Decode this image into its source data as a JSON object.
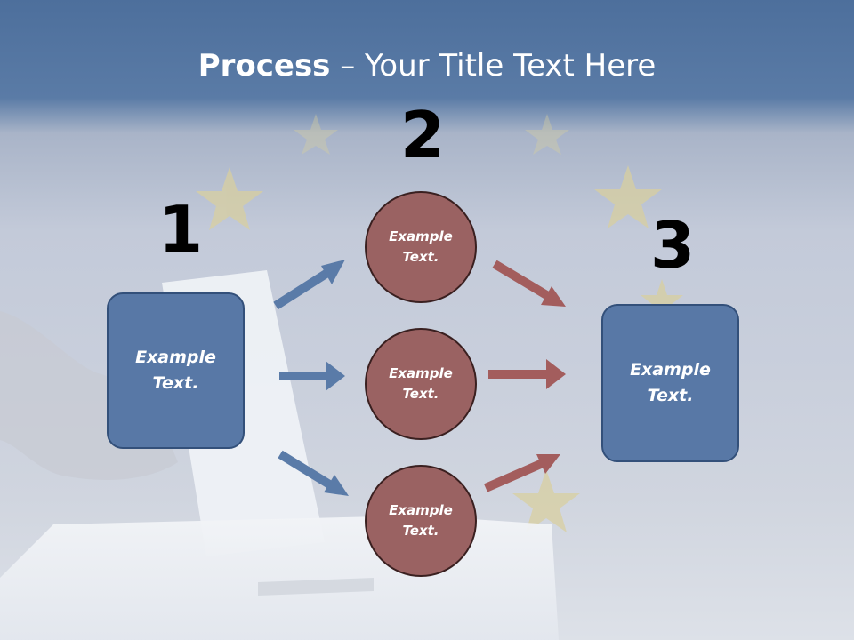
{
  "slide": {
    "title_bold": "Process",
    "title_rest": " – Your Title Text Here"
  },
  "steps": {
    "step1_number": "1",
    "step2_number": "2",
    "step3_number": "3"
  },
  "boxes": {
    "left_text": "Example\nText.",
    "right_text": "Example\nText."
  },
  "circles": [
    {
      "text": "Example\nText."
    },
    {
      "text": "Example\nText."
    },
    {
      "text": "Example\nText."
    }
  ],
  "colors": {
    "box_fill": "#5878a6",
    "circle_fill": "#9a6262",
    "blue_arrow": "#5a7ba8",
    "red_arrow": "#a35d5d"
  }
}
